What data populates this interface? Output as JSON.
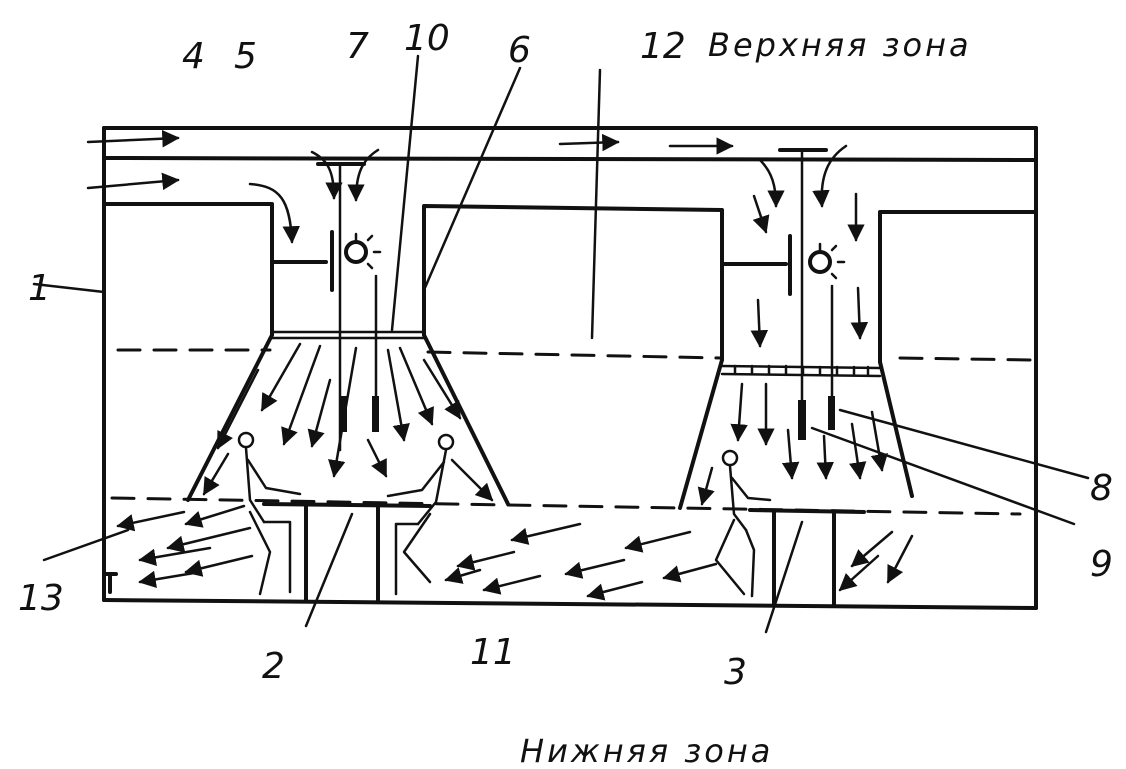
{
  "labels": {
    "n1": "1",
    "n2": "2",
    "n3": "3",
    "n4": "4",
    "n5": "5",
    "n6": "6",
    "n7": "7",
    "n8": "8",
    "n9": "9",
    "n10": "10",
    "n11": "11",
    "n12": "12",
    "n13": "13"
  },
  "zones": {
    "upper": "Верхняя зона",
    "lower": "Нижняя зона"
  },
  "colors": {
    "ink": "#111111",
    "background": "#ffffff"
  }
}
